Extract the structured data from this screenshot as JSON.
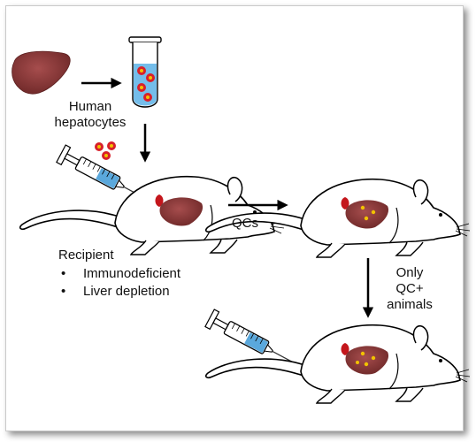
{
  "labels": {
    "human_hepatocytes": [
      "Human",
      "hepatocytes"
    ],
    "qcs": "QCs",
    "only_qc": [
      "Only",
      "QC+",
      "animals"
    ],
    "recipient": {
      "title": "Recipient",
      "bullets": [
        "Immunodeficient",
        "Liver depletion"
      ]
    }
  },
  "colors": {
    "liver": "#8b3a3a",
    "liver_dark": "#6a2626",
    "hepatocyte": "#d8202a",
    "hepatocyte_core": "#f2c200",
    "tube_fluid": "#74bdea",
    "syringe_fluid": "#5aa8dc",
    "mouse_body": "#ffffff",
    "arrow": "#000000"
  }
}
